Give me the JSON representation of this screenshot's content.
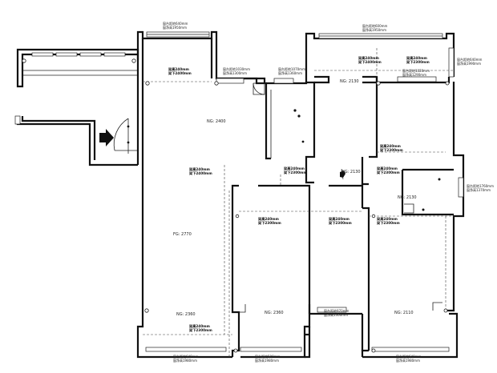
{
  "room_labels": {
    "ng_2400": "NG: 2400",
    "ng_2130_top": "NG: 2130",
    "ng_2130_mid": "NG: 2130",
    "ng_2130_right": "NG: 2130",
    "fg_2770": "FG: 2770",
    "ng_2360_left": "NG: 2360",
    "ng_2360_mid": "NG: 2360",
    "ng_2110": "NG: 2110"
  },
  "window_notes": {
    "top_left": [
      "窗台距地640mm",
      "窗净高1950mm"
    ],
    "top_center": [
      "窗台距地600mm",
      "窗净高1950mm"
    ],
    "top_right": [
      "窗台距地640mm",
      "窗净高1990mm"
    ],
    "kitchen_1": [
      "窗台距地1030mm",
      "窗净高1300mm"
    ],
    "kitchen_2": [
      "窗台距地1070mm",
      "窗净高1360mm"
    ],
    "bath": [
      "窗台距地1020mm",
      "窗净高1290mm"
    ],
    "side_right": [
      "窗台距地1760mm",
      "窗净高1370mm"
    ],
    "bottom_left": [
      "窗台距地640mm",
      "窗净高1980mm"
    ],
    "bottom_mid": [
      "窗台距地500mm",
      "窗净高1980mm"
    ],
    "bottom_center": [
      "窗台距地970mm",
      "窗净高1300mm"
    ],
    "bottom_right": [
      "窗台距地640mm",
      "窗净高1980mm"
    ]
  },
  "beam_notes": {
    "b1": [
      "梁高240mm",
      "梁下2400mm"
    ],
    "b2": [
      "梁高240mm",
      "梁下2400mm"
    ],
    "b3": [
      "梁高240mm",
      "梁下2400mm"
    ],
    "b4": [
      "梁高240mm",
      "梁下2300mm"
    ],
    "b5": [
      "梁高240mm",
      "梁下2300mm"
    ],
    "b6": [
      "梁高240mm",
      "梁下2300mm"
    ],
    "b7": [
      "梁高240mm",
      "梁下2300mm"
    ],
    "b8": [
      "梁高240mm",
      "梁下2300mm"
    ],
    "b9": [
      "梁高240mm",
      "梁下2300mm"
    ],
    "b10": [
      "梁高240mm",
      "梁下2300mm"
    ],
    "b11": [
      "梁高240mm",
      "梁下2300mm"
    ]
  },
  "colors": {
    "wall": "#111111",
    "background": "#ffffff"
  },
  "icons": {
    "entry": "entry-arrow-icon",
    "drain": "drain-icon"
  }
}
